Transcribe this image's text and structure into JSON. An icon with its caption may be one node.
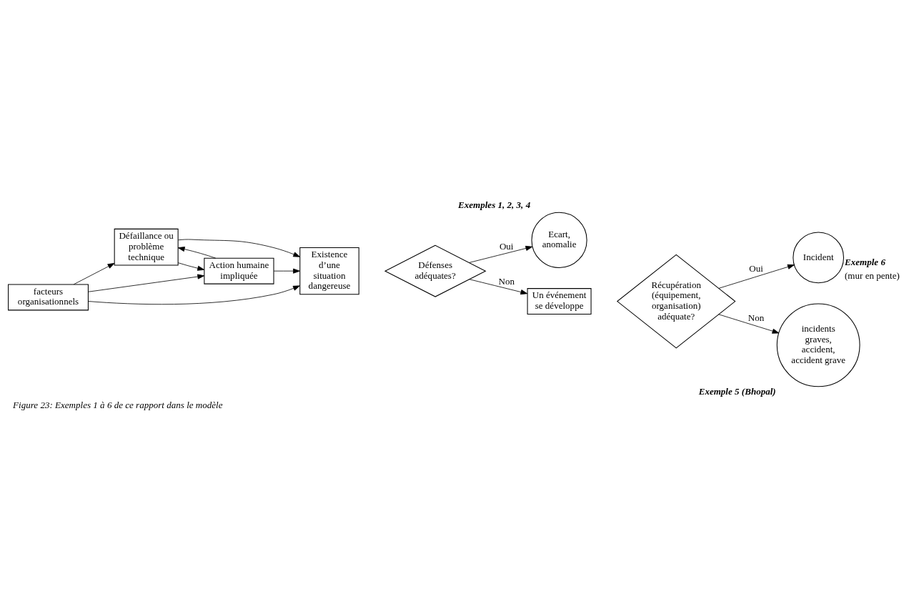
{
  "diagram": {
    "caption": "Figure 23: Exemples 1 à 6 de ce rapport dans le modèle",
    "nodes": [
      {
        "text": [
          "Défaillance ou problème technique"
        ]
      },
      {
        "text": [
          "Action humaine impliquée"
        ]
      },
      {
        "text": [
          "facteurs organisationnels"
        ]
      },
      {
        "text": [
          "Existence d’une situation dangereuse"
        ]
      },
      {
        "text": [
          "Défenses adéquates?"
        ]
      },
      {
        "text": [
          "Ecart, anomalie"
        ],
        "beside": [
          "Exemples 1, 2, 3, 4"
        ]
      },
      {
        "text": [
          "Un événement se développe"
        ]
      },
      {
        "text": [
          "Récupération (équipement, organisation) adéquate?"
        ]
      },
      {
        "text": [
          "Incident"
        ],
        "beside": [
          "Exemple 6",
          "(mur en pente)"
        ]
      },
      {
        "text": [
          "incidents graves, accident, accident grave"
        ],
        "beside": [
          "Exemple 5 (Bhopal)"
        ]
      }
    ],
    "edges": [
      {
        "from": 0,
        "to": 1,
        "arrow": "to"
      },
      {
        "from": 1,
        "to": 0,
        "arrow": "to"
      },
      {
        "from": 2,
        "to": 1,
        "arrow": "to"
      },
      {
        "from": 2,
        "to": 0,
        "arrow": "to"
      },
      {
        "from": 0,
        "to": 3,
        "arrow": "to"
      },
      {
        "from": 1,
        "to": 3,
        "arrow": "to"
      },
      {
        "from": 2,
        "to": 3,
        "arrow": "to"
      },
      {
        "from": 4,
        "to": 5,
        "label": "Oui",
        "arrow": "to"
      },
      {
        "from": 4,
        "to": 6,
        "label": "Non",
        "arrow": "to"
      },
      {
        "from": 7,
        "to": 8,
        "label": "Oui",
        "arrow": "to"
      },
      {
        "from": 7,
        "to": 9,
        "label": "Non",
        "arrow": "to"
      }
    ]
  }
}
